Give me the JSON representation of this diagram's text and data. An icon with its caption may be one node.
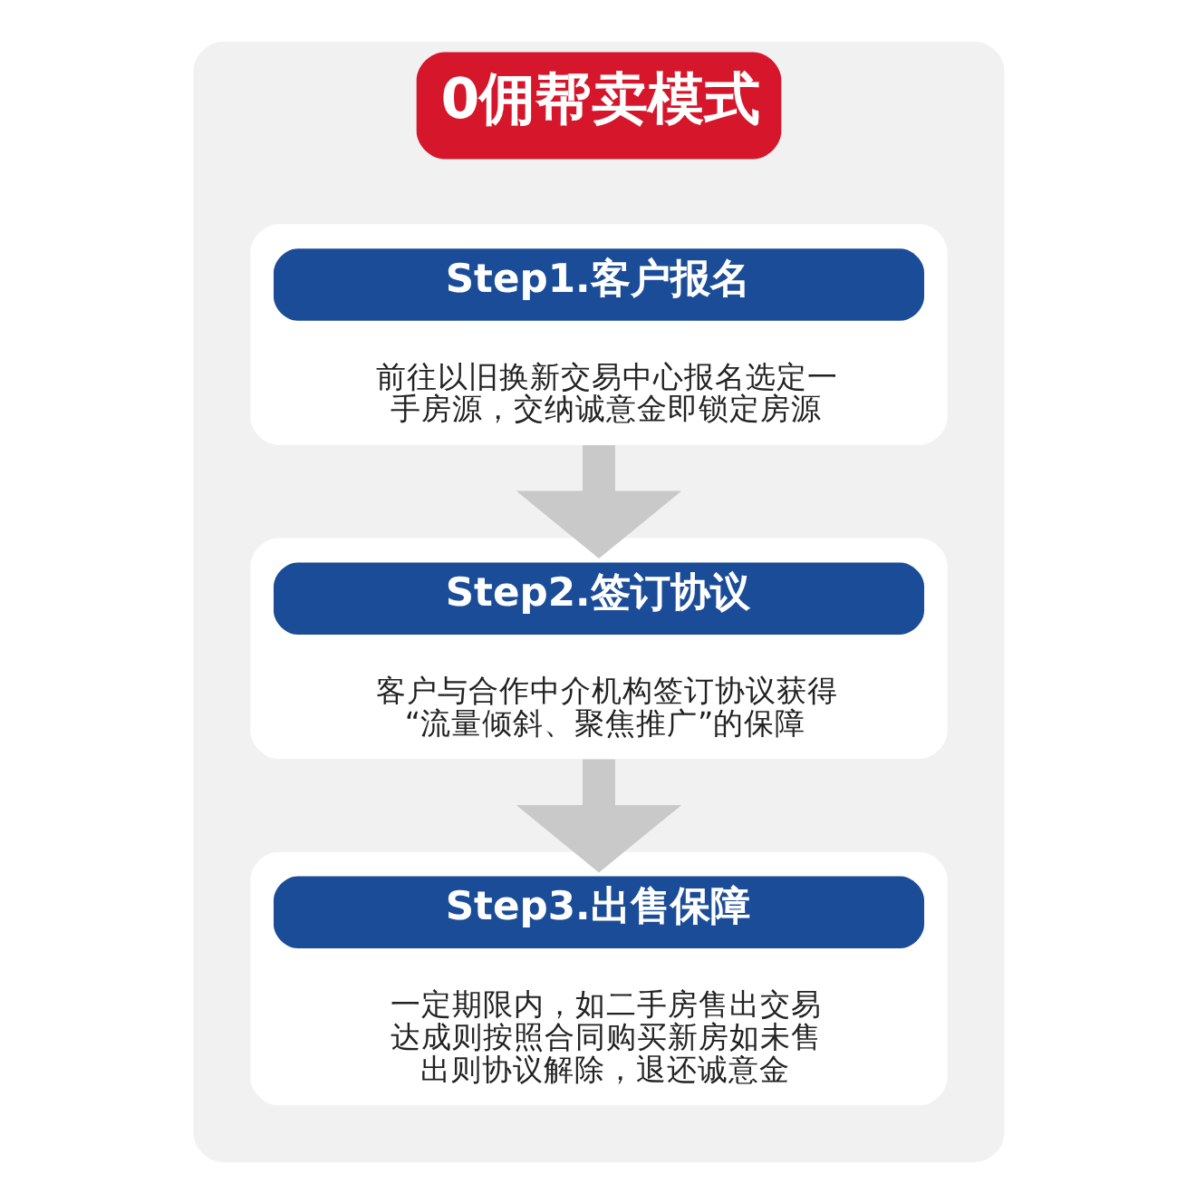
{
  "diagram": {
    "nodes": [
      {
        "text": [
          "0佣帮卖模式"
        ]
      },
      {
        "text": [
          "Step1.客户报名",
          "前往以旧换新交易中心报名选定一手房源，交纳诚意金即锁定房源"
        ],
        "in": 0
      },
      {
        "text": [
          "Step2.签订协议",
          "客户与合作中介机构签订协议获得“流量倾斜、聚焦推广”的保障"
        ],
        "in": 0
      },
      {
        "text": [
          "Step3.出售保障",
          "一定期限内，如二手房售出交易达成则按照合同购买新房如未售出则协议解除，退还诚意金"
        ],
        "in": 0
      }
    ],
    "edges": [
      {
        "from": 1,
        "to": 2,
        "arrow": "to"
      },
      {
        "from": 2,
        "to": 3,
        "arrow": "to"
      }
    ]
  }
}
